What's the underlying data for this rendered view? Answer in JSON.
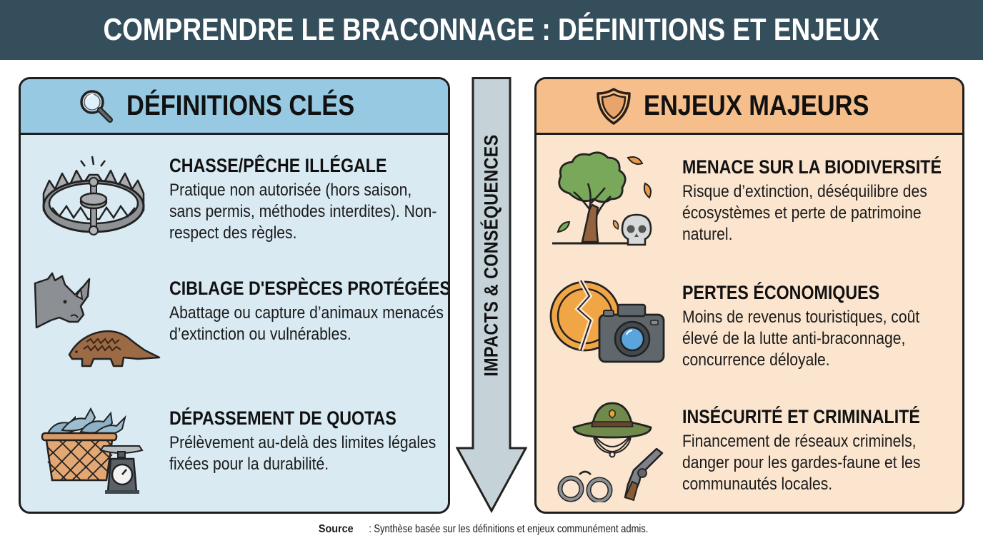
{
  "title": "COMPRENDRE LE BRACONNAGE : DÉFINITIONS ET ENJEUX",
  "colors": {
    "banner": "#344e5b",
    "left_header": "#97c9e2",
    "left_body": "#d9eaf3",
    "right_header": "#f6be8a",
    "right_body": "#fbe5cf",
    "arrow": "#c5d3d9"
  },
  "definitions": {
    "heading": "DÉFINITIONS CLÉS",
    "icon": "magnifying-glass-icon",
    "items": [
      {
        "title": "CHASSE/PÊCHE ILLÉGALE",
        "text": "Pratique non autorisée (hors saison, sans permis, méthodes interdites). Non-respect des règles.",
        "icon": "bear-trap-icon"
      },
      {
        "title": "CIBLAGE D'ESPÈCES PROTÉGÉES",
        "text": "Abattage ou capture d’animaux menacés d’extinction ou vulnérables.",
        "icon": "rhino-pangolin-icon"
      },
      {
        "title": "DÉPASSEMENT DE QUOTAS",
        "text": "Prélèvement au-delà des limites légales fixées pour la durabilité.",
        "icon": "fish-basket-scale-icon"
      }
    ]
  },
  "arrow": {
    "label": "IMPACTS & CONSÉQUENCES"
  },
  "stakes": {
    "heading": "ENJEUX MAJEURS",
    "icon": "shield-icon",
    "items": [
      {
        "title": "MENACE SUR LA BIODIVERSITÉ",
        "text": "Risque d’extinction, déséquilibre des écosystèmes et perte de patrimoine naturel.",
        "icon": "tree-skull-icon"
      },
      {
        "title": "PERTES ÉCONOMIQUES",
        "text": "Moins de revenus touristiques, coût élevé de la lutte anti-braconnage, concurrence déloyale.",
        "icon": "broken-coin-camera-icon"
      },
      {
        "title": "INSÉCURITÉ ET CRIMINALITÉ",
        "text": "Financement de réseaux criminels, danger pour les gardes-faune et les communautés locales.",
        "icon": "ranger-hat-handcuffs-revolver-icon"
      }
    ]
  },
  "footer": {
    "label": "Source",
    "text": ": Synthèse basée sur les définitions et enjeux communément admis."
  }
}
